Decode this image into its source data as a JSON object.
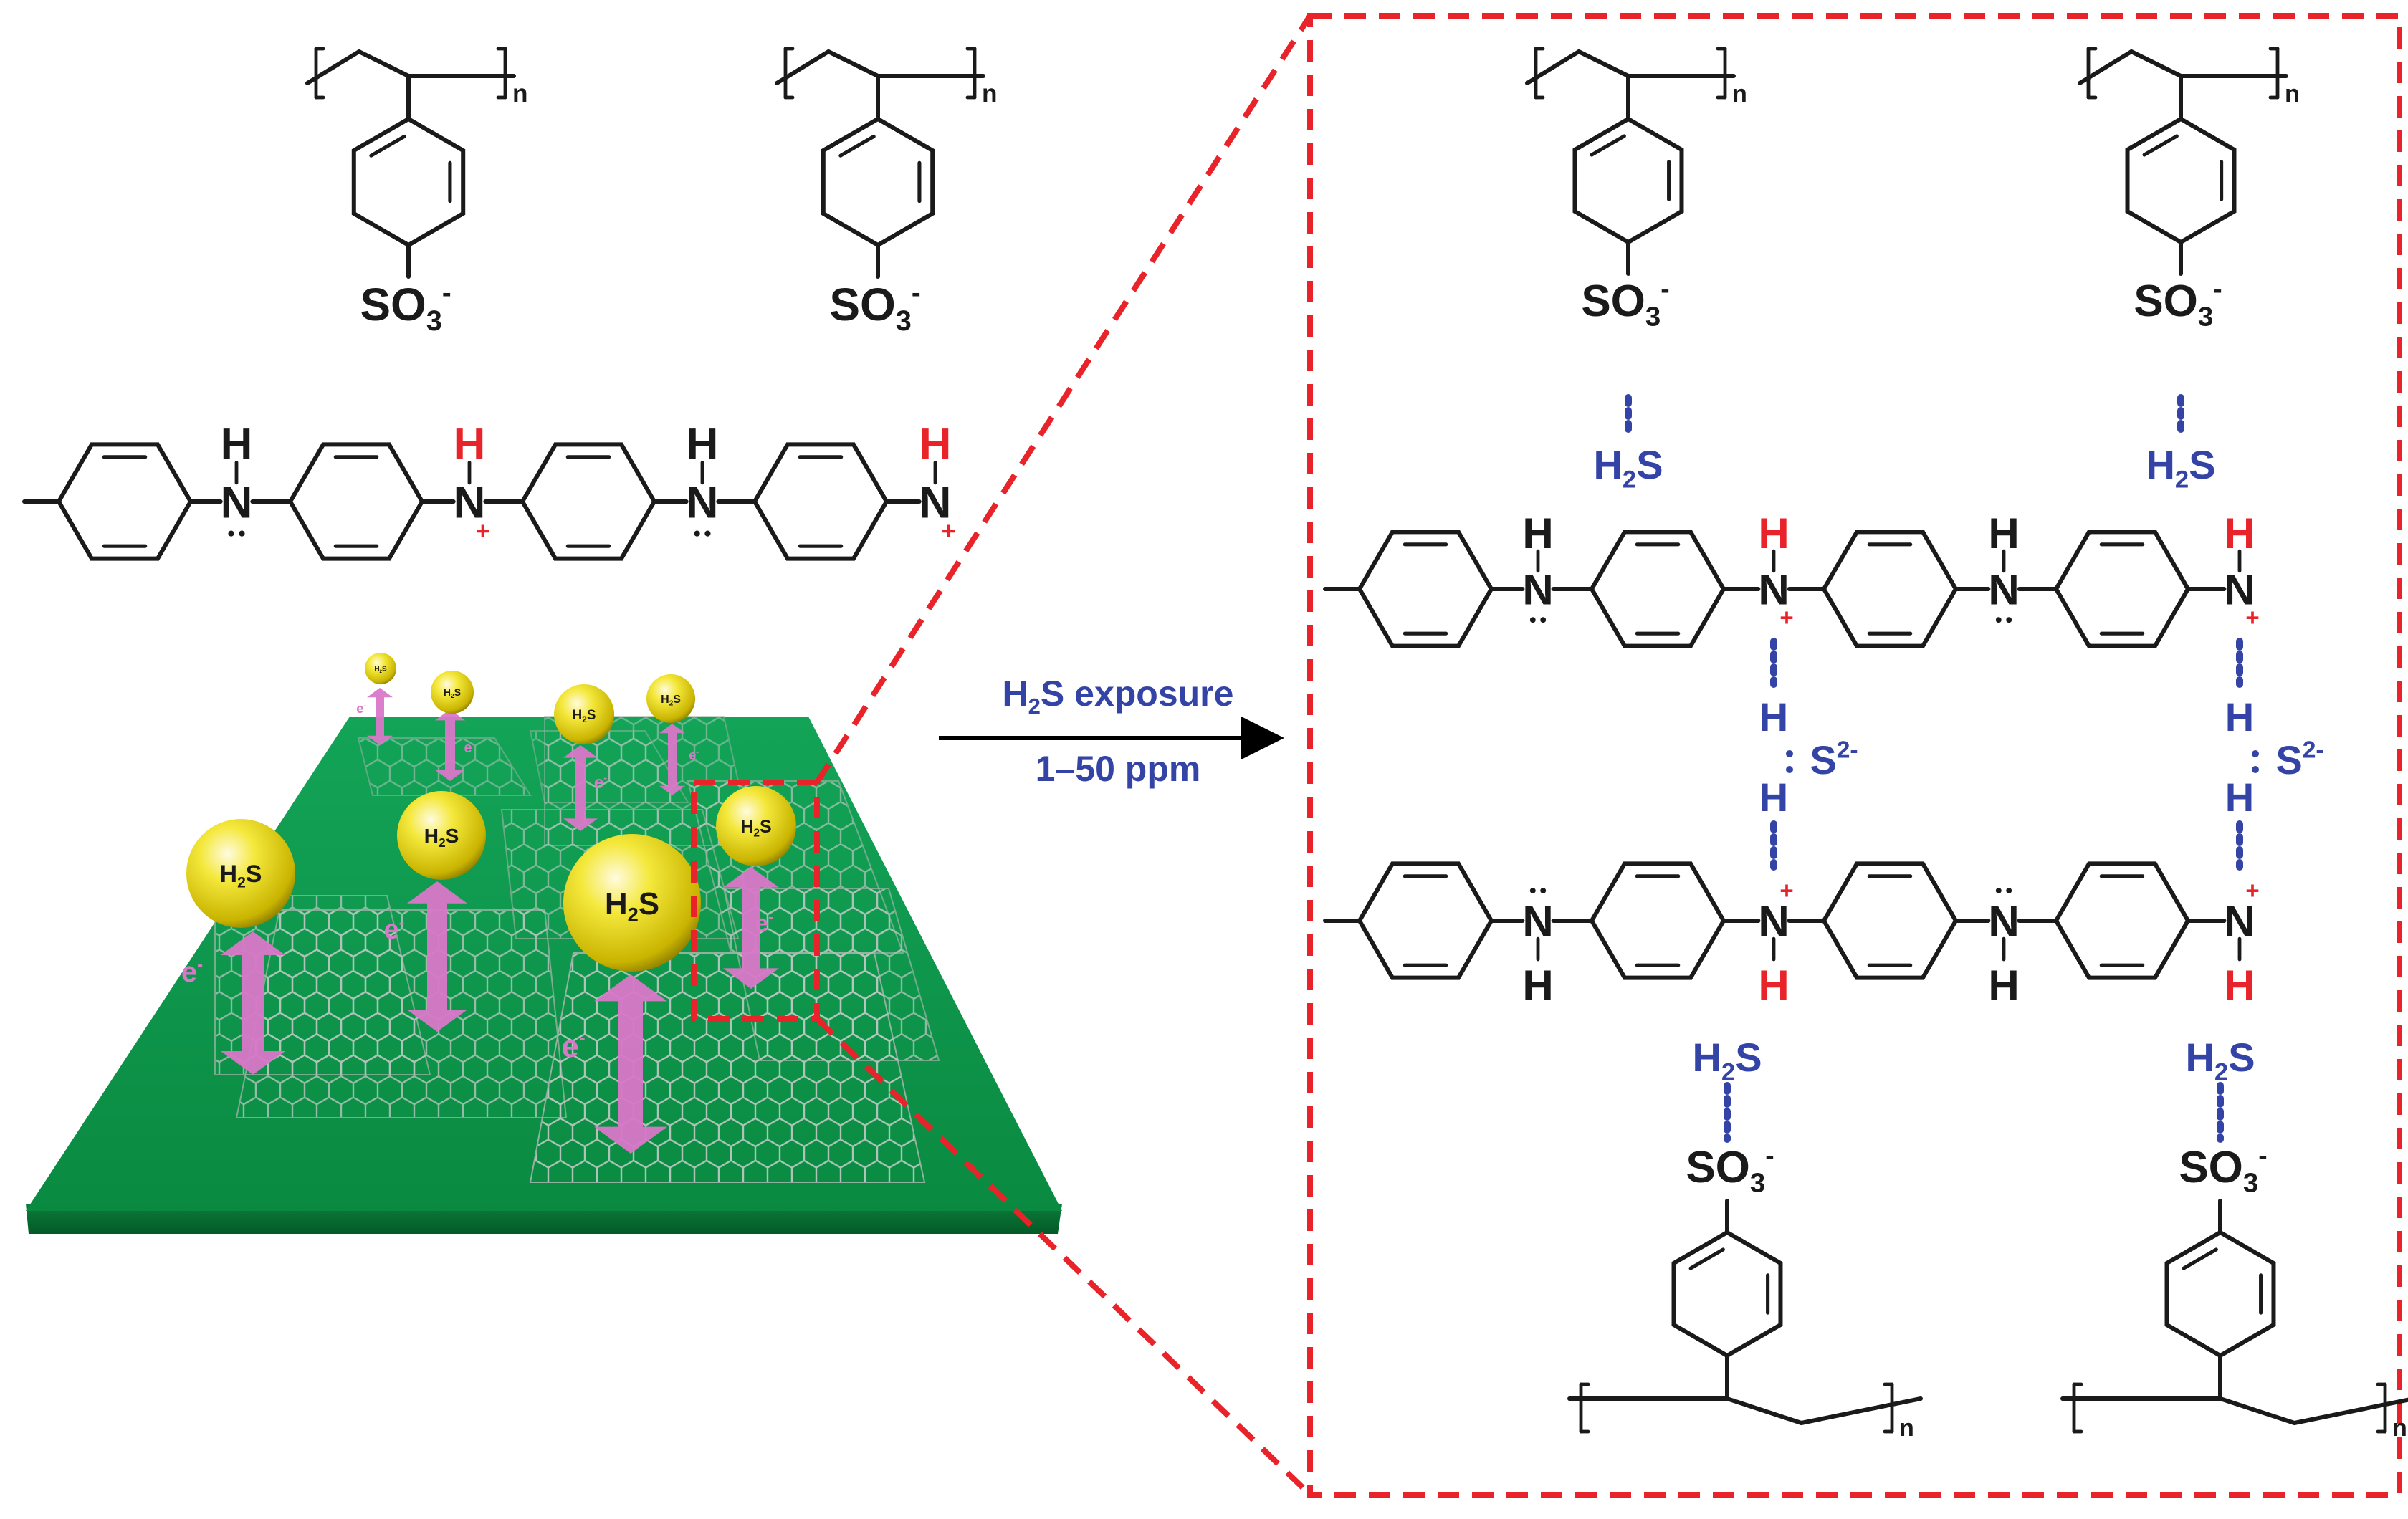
{
  "left_structures": {
    "pss_repeat": "n",
    "sulfonate": {
      "main": "SO",
      "sub": "3",
      "sup": "-"
    },
    "amine_h": "H",
    "amine_n": "N",
    "charge_plus": "+"
  },
  "sensor": {
    "electron": {
      "main": "e",
      "sup": "-"
    },
    "molecule": {
      "main": "H",
      "sub": "2",
      "end": "S"
    }
  },
  "arrow": {
    "line1": {
      "main": "H",
      "sub": "2",
      "end": "S exposure"
    },
    "line2": "1–50 ppm"
  },
  "right_structures": {
    "pss_repeat": "n",
    "sulfonate": {
      "main": "SO",
      "sub": "3",
      "sup": "-"
    },
    "h2s": {
      "main": "H",
      "sub": "2",
      "end": "S"
    },
    "h": "H",
    "n": "N",
    "sulfide": {
      "main": "S",
      "sup": "2-"
    },
    "charge_plus": "+"
  },
  "colors": {
    "bond": "#1a1a1a",
    "red": "#e8232a",
    "blue": "#3343a6",
    "green": "#0f9a4c",
    "magenta": "#d977c8",
    "yellow": "#f0e23a",
    "dashed_red": "#e8232a"
  }
}
